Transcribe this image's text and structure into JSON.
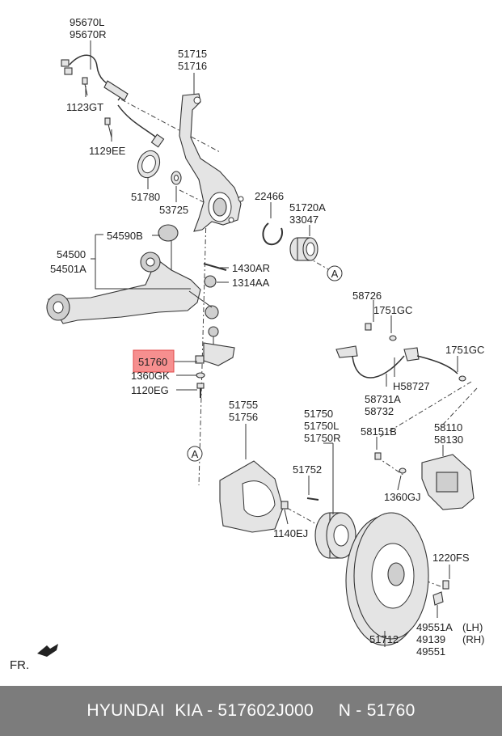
{
  "diagram": {
    "labels": {
      "p95670": [
        "95670L",
        "95670R"
      ],
      "p51715": [
        "51715",
        "51716"
      ],
      "p1123GT": "1123GT",
      "p1129EE": "1129EE",
      "p51780": "51780",
      "p53725": "53725",
      "p22466": "22466",
      "p51720": [
        "51720A",
        "33047"
      ],
      "p54590B": "54590B",
      "p54500": [
        "54500",
        "54501A"
      ],
      "p1430AR": "1430AR",
      "p1314AA": "1314AA",
      "p58726": "58726",
      "p1751GC_a": "1751GC",
      "p1751GC_b": "1751GC",
      "p51760": "51760",
      "p1360GK": "1360GK",
      "p1120EG": "1120EG",
      "pH58727": "H58727",
      "p58731": [
        "58731A",
        "58732"
      ],
      "p51755": [
        "51755",
        "51756"
      ],
      "p51750": [
        "51750",
        "51750L",
        "51750R"
      ],
      "p58151B": "58151B",
      "p58110": [
        "58110",
        "58130"
      ],
      "p51752": "51752",
      "p1360GJ": "1360GJ",
      "p1140EJ": "1140EJ",
      "p1220FS": "1220FS",
      "p51712": "51712",
      "p49551": [
        "49551A",
        "49139",
        "49551"
      ],
      "lh": "(LH)",
      "rh": "(RH)",
      "refA": "A",
      "fr": "FR."
    }
  },
  "footer": {
    "text": "HYUNDAI  KIA - 517602J000     N - 51760"
  },
  "colors": {
    "highlight": "#f36a6a",
    "footer_bg": "#7c7c7c"
  }
}
